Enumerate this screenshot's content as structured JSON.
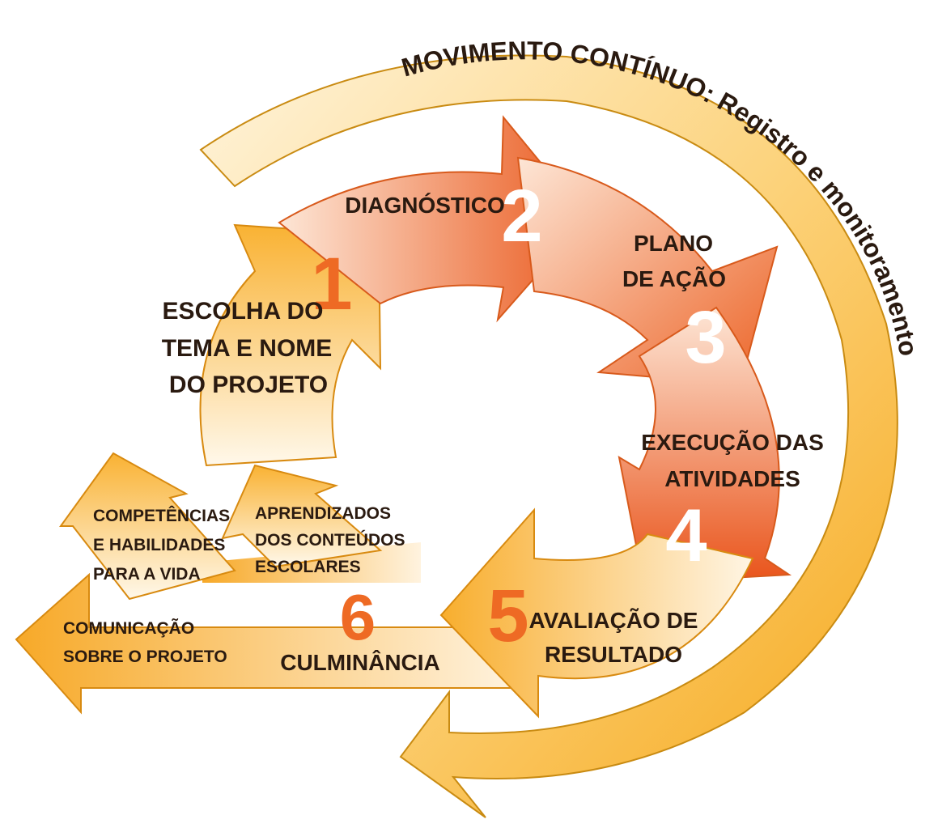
{
  "banner": "MOVIMENTO CONTÍNUO: Registro e monitoramento",
  "steps": [
    {
      "number": "1",
      "lines": [
        "ESCOLHA DO",
        "TEMA E NOME",
        "DO PROJETO"
      ]
    },
    {
      "number": "2",
      "lines": [
        "DIAGNÓSTICO"
      ]
    },
    {
      "number": "3",
      "lines": [
        "PLANO",
        "DE AÇÃO"
      ]
    },
    {
      "number": "4",
      "lines": [
        "EXECUÇÃO DAS",
        "ATIVIDADES"
      ]
    },
    {
      "number": "5",
      "lines": [
        "AVALIAÇÃO DE",
        "RESULTADO"
      ]
    },
    {
      "number": "6",
      "lines": [
        "CULMINÂNCIA"
      ]
    }
  ],
  "outcomes": [
    {
      "lines": [
        "COMPETÊNCIAS",
        "E HABILIDADES",
        "PARA A VIDA"
      ]
    },
    {
      "lines": [
        "APRENDIZADOS",
        "DOS CONTEÚDOS",
        "ESCOLARES"
      ]
    },
    {
      "lines": [
        "COMUNICAÇÃO",
        "SOBRE O PROJETO"
      ]
    }
  ],
  "colors": {
    "outer_arrow": "#f6b02a",
    "outer_arrow_light": "#fde7b5",
    "step_dark": "#e8561e",
    "step_mid": "#f28a4a",
    "step_light": "#fde2d0",
    "yellow": "#f9b233",
    "yellow_light": "#fef3dc",
    "number_orange": "#ee6a24",
    "number_white": "#ffffff"
  }
}
